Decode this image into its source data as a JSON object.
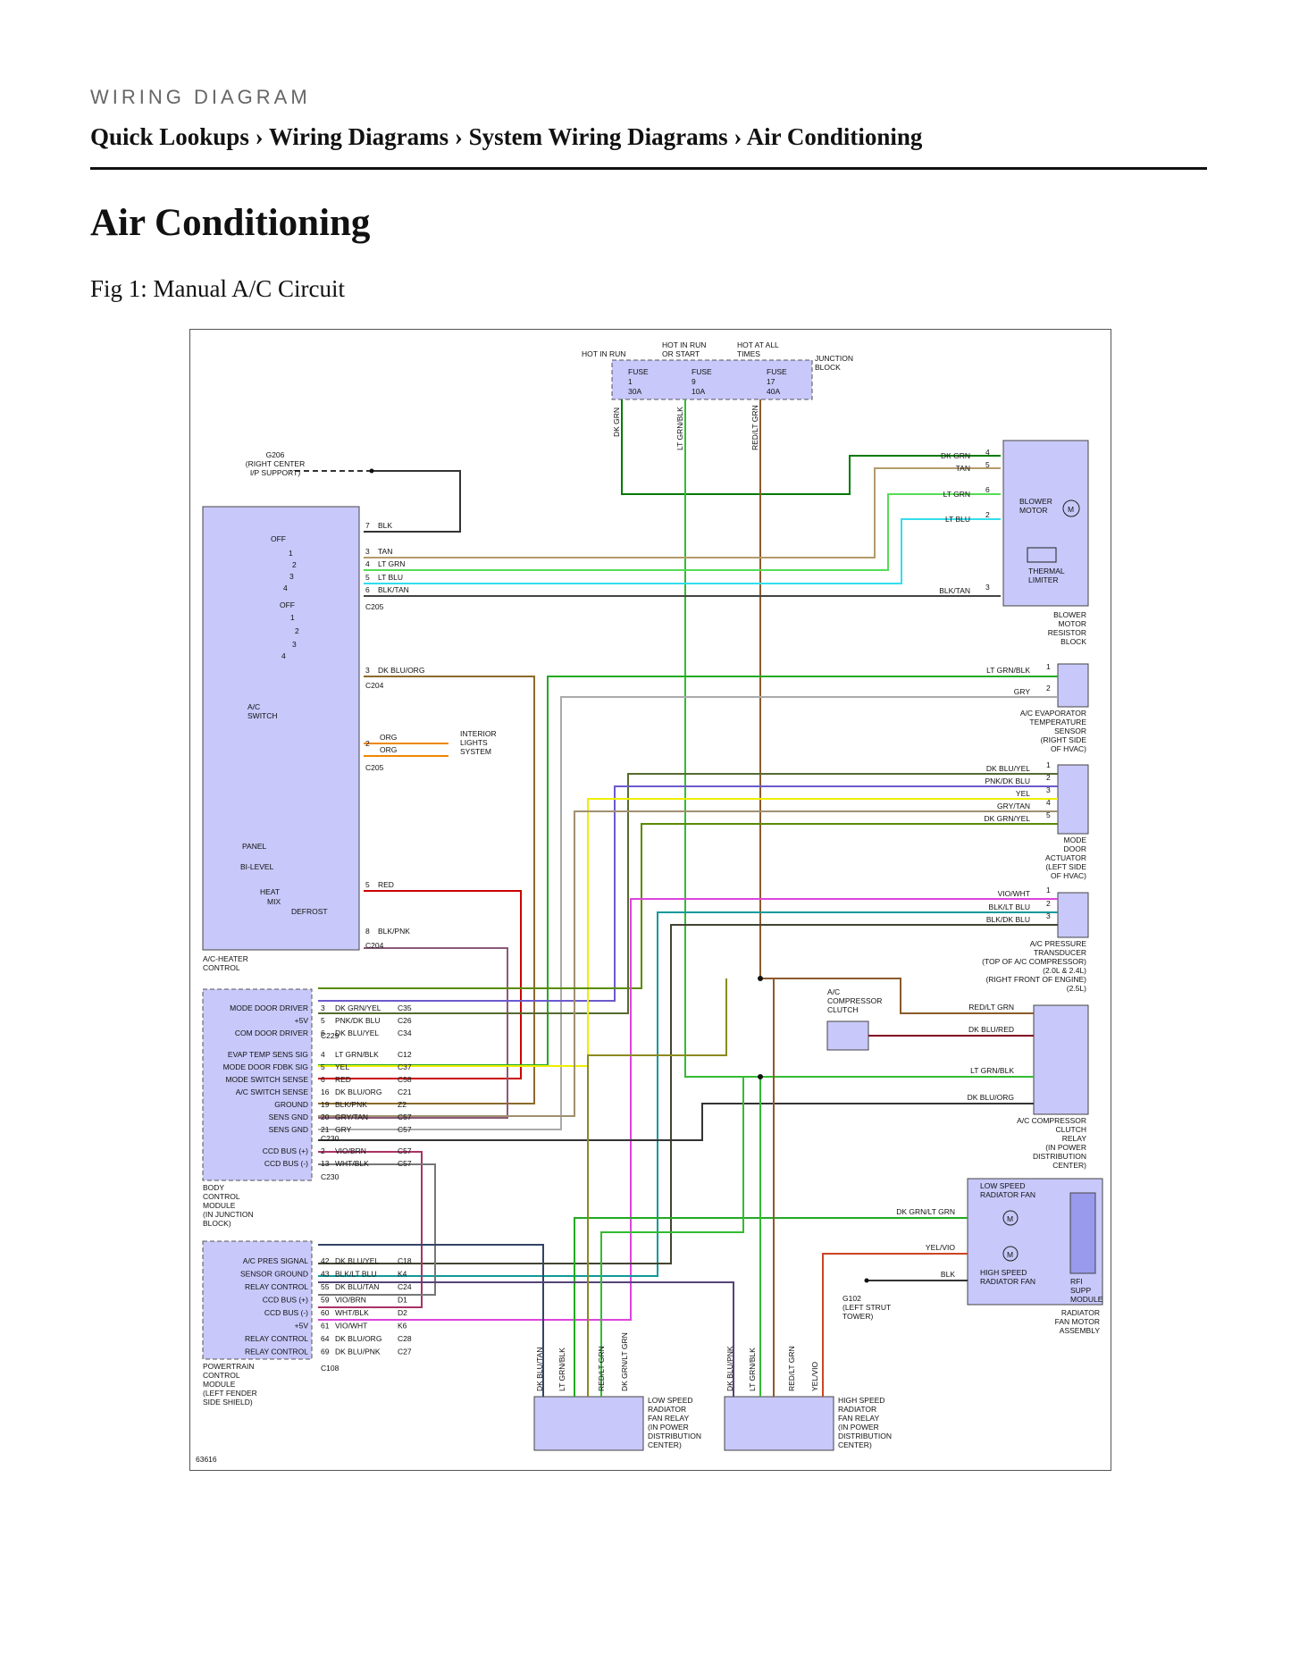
{
  "header": {
    "eyebrow": "WIRING DIAGRAM",
    "breadcrumb": [
      "Quick Lookups",
      "Wiring Diagrams",
      "System Wiring Diagrams",
      "Air Conditioning"
    ],
    "separator": "›"
  },
  "page_title": "Air Conditioning",
  "figure_caption": "Fig 1: Manual A/C Circuit",
  "diagram": {
    "figure_id": "63616",
    "fuses": [
      {
        "feed": "HOT IN RUN",
        "label": "FUSE",
        "number": "1",
        "rating": "30A",
        "wire": "DK GRN"
      },
      {
        "feed": "HOT IN RUN\nOR START",
        "label": "FUSE",
        "number": "9",
        "rating": "10A",
        "wire": "LT GRN/BLK"
      },
      {
        "feed": "HOT AT ALL\nTIMES",
        "label": "FUSE",
        "number": "17",
        "rating": "40A",
        "wire": "RED/LT GRN"
      }
    ],
    "junction_block": "JUNCTION\nBLOCK",
    "g206": "G206\n(RIGHT CENTER\nI/P SUPPORT)",
    "g102": "G102\n(LEFT STRUT\nTOWER)",
    "ac_heater_control": {
      "label": "A/C-HEATER\nCONTROL",
      "switch_labels": [
        "OFF",
        "1",
        "2",
        "3",
        "4",
        "OFF",
        "1",
        "2",
        "3",
        "4",
        "A/C\nSWITCH",
        "PANEL",
        "BI-LEVEL",
        "HEAT",
        "MIX",
        "DEFROST"
      ],
      "connectors": [
        "C205",
        "C204",
        "C205",
        "C204"
      ],
      "pins": [
        {
          "pin": "7",
          "wire": "BLK"
        },
        {
          "pin": "3",
          "wire": "TAN"
        },
        {
          "pin": "4",
          "wire": "LT GRN"
        },
        {
          "pin": "5",
          "wire": "LT BLU"
        },
        {
          "pin": "6",
          "wire": "BLK/TAN"
        },
        {
          "pin": "3",
          "wire": "DK BLU/ORG"
        },
        {
          "pin": "2",
          "wire": "ORG"
        },
        {
          "pin": "",
          "wire": "ORG"
        },
        {
          "pin": "5",
          "wire": "RED"
        },
        {
          "pin": "8",
          "wire": "BLK/PNK"
        }
      ]
    },
    "interior_lights": "INTERIOR\nLIGHTS\nSYSTEM",
    "blower": {
      "pins": [
        {
          "pin": "4",
          "wire": "DK GRN"
        },
        {
          "pin": "5",
          "wire": "TAN"
        },
        {
          "pin": "6",
          "wire": "LT GRN"
        },
        {
          "pin": "2",
          "wire": "LT BLU"
        },
        {
          "pin": "3",
          "wire": "BLK/TAN"
        }
      ],
      "motor": "BLOWER\nMOTOR",
      "motor_symbol": "M",
      "limiter": "THERMAL\nLIMITER",
      "label": "BLOWER\nMOTOR\nRESISTOR\nBLOCK"
    },
    "evap_sensor": {
      "pins": [
        {
          "pin": "1",
          "wire": "LT GRN/BLK"
        },
        {
          "pin": "2",
          "wire": "GRY"
        }
      ],
      "label": "A/C EVAPORATOR\nTEMPERATURE\nSENSOR\n(RIGHT SIDE\nOF HVAC)"
    },
    "mode_door": {
      "pins": [
        {
          "pin": "1",
          "wire": "DK BLU/YEL"
        },
        {
          "pin": "2",
          "wire": "PNK/DK BLU"
        },
        {
          "pin": "3",
          "wire": "YEL"
        },
        {
          "pin": "4",
          "wire": "GRY/TAN"
        },
        {
          "pin": "5",
          "wire": "DK GRN/YEL"
        }
      ],
      "label": "MODE\nDOOR\nACTUATOR\n(LEFT SIDE\nOF HVAC)"
    },
    "pressure_transducer": {
      "pins": [
        {
          "pin": "1",
          "wire": "VIO/WHT"
        },
        {
          "pin": "2",
          "wire": "BLK/LT BLU"
        },
        {
          "pin": "3",
          "wire": "BLK/DK BLU"
        }
      ],
      "label": "A/C PRESSURE\nTRANSDUCER\n(TOP OF A/C COMPRESSOR)\n(2.0L & 2.4L)\n(RIGHT FRONT OF ENGINE)\n(2.5L)"
    },
    "clutch": {
      "label": "A/C\nCOMPRESSOR\nCLUTCH"
    },
    "clutch_relay": {
      "wires": [
        "RED/LT GRN",
        "DK BLU/RED",
        "LT GRN/BLK",
        "DK BLU/ORG"
      ],
      "label": "A/C COMPRESSOR\nCLUTCH\nRELAY\n(IN POWER\nDISTRIBUTION\nCENTER)"
    },
    "radiator_fan": {
      "wires": [
        "DK GRN/LT GRN",
        "YEL/VIO",
        "BLK"
      ],
      "low_speed": "LOW SPEED\nRADIATOR FAN",
      "high_speed": "HIGH SPEED\nRADIATOR FAN",
      "rfi": "RFI\nSUPP\nMODULE",
      "motor_symbol": "M",
      "label": "RADIATOR\nFAN MOTOR\nASSEMBLY"
    },
    "bcm": {
      "label": "BODY\nCONTROL\nMODULE\n(IN JUNCTION\nBLOCK)",
      "rows": [
        {
          "name": "MODE DOOR DRIVER",
          "pin": "3",
          "wire": "DK GRN/YEL",
          "conn": "C35"
        },
        {
          "name": "+5V",
          "pin": "5",
          "wire": "PNK/DK BLU",
          "conn": "C26"
        },
        {
          "name": "COM DOOR DRIVER",
          "pin": "6",
          "wire": "DK BLU/YEL",
          "conn": "C34"
        },
        {
          "name": "EVAP TEMP SENS SIG",
          "pin": "4",
          "wire": "LT GRN/BLK",
          "conn": "C12"
        },
        {
          "name": "MODE DOOR FDBK SIG",
          "pin": "5",
          "wire": "YEL",
          "conn": "C37"
        },
        {
          "name": "MODE SWITCH SENSE",
          "pin": "6",
          "wire": "RED",
          "conn": "C58"
        },
        {
          "name": "A/C SWITCH SENSE",
          "pin": "16",
          "wire": "DK BLU/ORG",
          "conn": "C21"
        },
        {
          "name": "GROUND",
          "pin": "19",
          "wire": "BLK/PNK",
          "conn": "Z2"
        },
        {
          "name": "SENS GND",
          "pin": "20",
          "wire": "GRY/TAN",
          "conn": "C57"
        },
        {
          "name": "SENS GND",
          "pin": "21",
          "wire": "GRY",
          "conn": "C57"
        },
        {
          "name": "CCD BUS (+)",
          "pin": "2",
          "wire": "VIO/BRN",
          "conn": "C57"
        },
        {
          "name": "CCD BUS (-)",
          "pin": "13",
          "wire": "WHT/BLK",
          "conn": "C57"
        }
      ],
      "connectors": [
        "C229",
        "C230",
        "C230"
      ]
    },
    "pcm": {
      "label": "POWERTRAIN\nCONTROL\nMODULE\n(LEFT FENDER\nSIDE SHIELD)",
      "rows": [
        {
          "name": "A/C PRES SIGNAL",
          "pin": "42",
          "wire": "DK BLU/YEL",
          "conn": "C18"
        },
        {
          "name": "SENSOR GROUND",
          "pin": "43",
          "wire": "BLK/LT BLU",
          "conn": "K4"
        },
        {
          "name": "RELAY CONTROL",
          "pin": "55",
          "wire": "DK BLU/TAN",
          "conn": "C24"
        },
        {
          "name": "CCD BUS (+)",
          "pin": "59",
          "wire": "VIO/BRN",
          "conn": "D1"
        },
        {
          "name": "CCD BUS (-)",
          "pin": "60",
          "wire": "WHT/BLK",
          "conn": "D2"
        },
        {
          "name": "+5V",
          "pin": "61",
          "wire": "VIO/WHT",
          "conn": "K6"
        },
        {
          "name": "RELAY CONTROL",
          "pin": "64",
          "wire": "DK BLU/ORG",
          "conn": "C28"
        },
        {
          "name": "RELAY CONTROL",
          "pin": "69",
          "wire": "DK BLU/PNK",
          "conn": "C27"
        }
      ],
      "connector": "C108"
    },
    "low_relay": {
      "wires": [
        "DK BLU/TAN",
        "LT GRN/BLK",
        "RED/LT GRN",
        "DK GRN/LT GRN"
      ],
      "label": "LOW SPEED\nRADIATOR\nFAN RELAY\n(IN POWER\nDISTRIBUTION\nCENTER)"
    },
    "high_relay": {
      "wires": [
        "DK BLU/PNK",
        "LT GRN/BLK",
        "RED/LT GRN",
        "YEL/VIO"
      ],
      "label": "HIGH SPEED\nRADIATOR\nFAN RELAY\n(IN POWER\nDISTRIBUTION\nCENTER)"
    }
  }
}
